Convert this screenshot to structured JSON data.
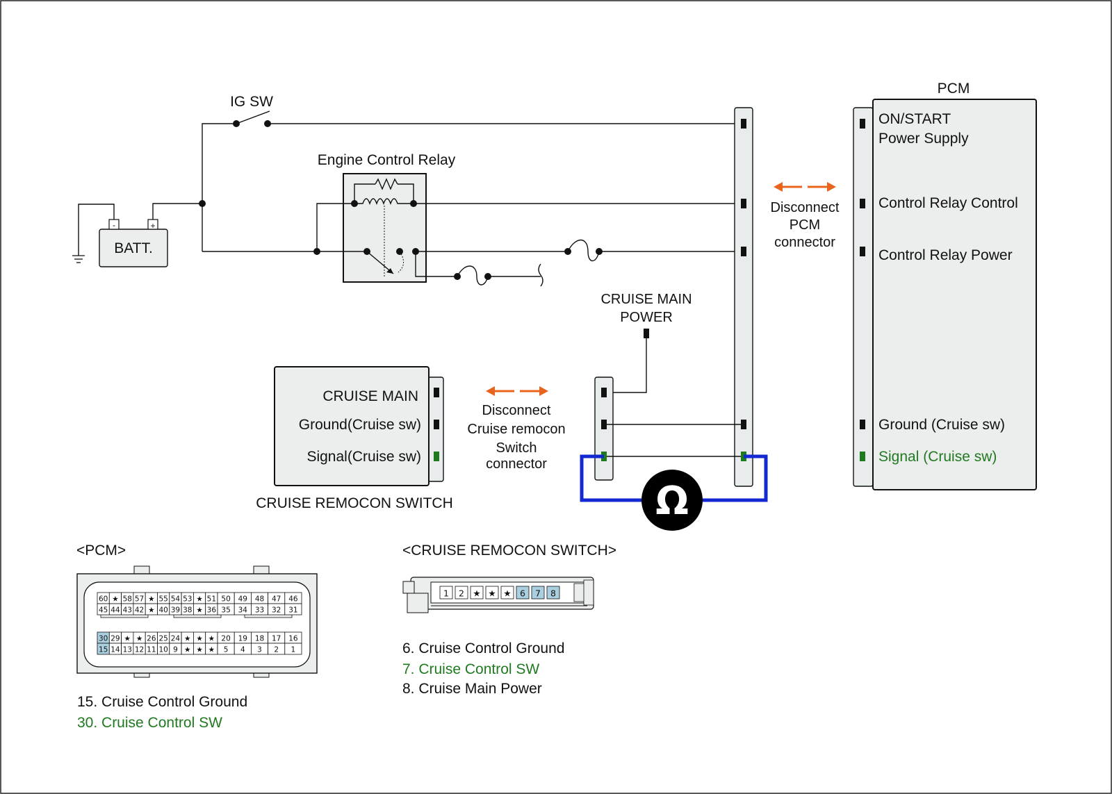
{
  "labels": {
    "ig_sw": "IG SW",
    "batt": "BATT.",
    "batt_minus": "-",
    "batt_plus": "+",
    "engine_relay": "Engine Control Relay",
    "pcm_title": "PCM",
    "cruise_main_power_l1": "CRUISE MAIN",
    "cruise_main_power_l2": "POWER",
    "cruise_switch_name": "CRUISE REMOCON SWITCH",
    "ohm": "Ω"
  },
  "pcm_pins": {
    "on_start_l1": "ON/START",
    "on_start_l2": "Power Supply",
    "relay_control": "Control Relay Control",
    "relay_power": "Control Relay Power",
    "ground": "Ground (Cruise sw)",
    "signal": "Signal (Cruise sw)"
  },
  "switch_pins": {
    "main": "CRUISE MAIN",
    "ground": "Ground(Cruise sw)",
    "signal": "Signal(Cruise sw)"
  },
  "disconnect_pcm": [
    "Disconnect",
    "PCM",
    "connector"
  ],
  "disconnect_switch": [
    "Disconnect",
    "Cruise remocon",
    "Switch",
    "connector"
  ],
  "pcm_connector": {
    "title": "<PCM>",
    "row1": [
      "60",
      "★",
      "58",
      "57",
      "★",
      "55",
      "54",
      "53",
      "★",
      "51",
      "50",
      "49",
      "48",
      "47",
      "46"
    ],
    "row2": [
      "45",
      "44",
      "43",
      "42",
      "★",
      "40",
      "39",
      "38",
      "★",
      "36",
      "35",
      "34",
      "33",
      "32",
      "31"
    ],
    "row3": [
      "30",
      "29",
      "★",
      "★",
      "26",
      "25",
      "24",
      "★",
      "★",
      "★",
      "20",
      "19",
      "18",
      "17",
      "16"
    ],
    "row4": [
      "15",
      "14",
      "13",
      "12",
      "11",
      "10",
      "9",
      "★",
      "★",
      "★",
      "5",
      "4",
      "3",
      "2",
      "1"
    ],
    "legend_ground": "15. Cruise Control Ground",
    "legend_signal": "30. Cruise Control SW"
  },
  "switch_connector": {
    "title": "<CRUISE REMOCON SWITCH>",
    "pins": [
      "1",
      "2",
      "★",
      "★",
      "★",
      "6",
      "7",
      "8"
    ],
    "legend_ground": "6. Cruise Control Ground",
    "legend_signal": "7. Cruise Control SW",
    "legend_power": "8. Cruise Main Power"
  },
  "colors": {
    "signal_green": "#1f7a1f",
    "meter_blue": "#1428d2",
    "arrow_orange": "#e8641c",
    "highlight_blue": "#a9cfe0",
    "connector_gray": "#e8ecec"
  }
}
